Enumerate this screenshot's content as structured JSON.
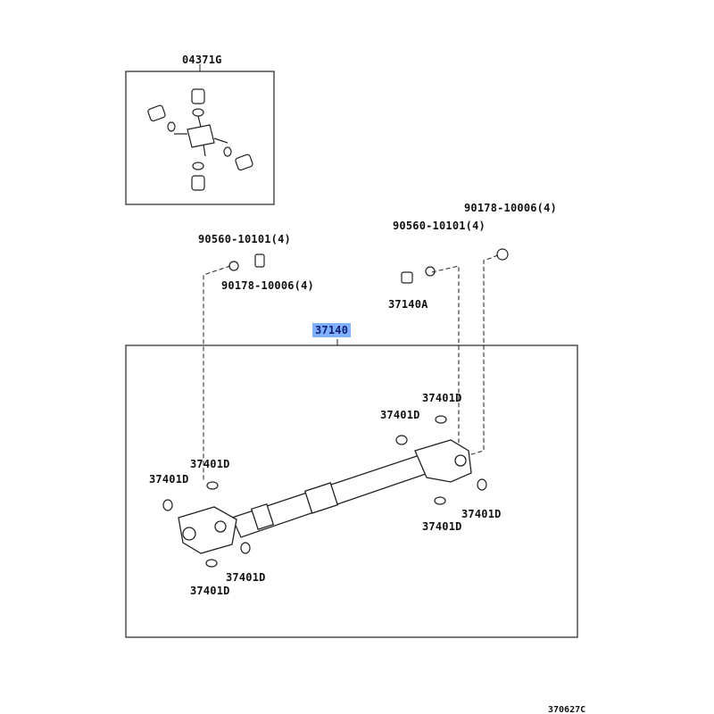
{
  "title_code": "370627C",
  "kit": {
    "part": "04371G"
  },
  "labels": {
    "bolt_left": "90560-10101(4)",
    "nut_left": "90178-10006(4)",
    "bolt_right": "90560-10101(4)",
    "nut_right": "90178-10006(4)",
    "bolt_assy": "37140A",
    "shaft_assy": "37140",
    "d1": "37401D",
    "d2": "37401D",
    "d3": "37401D",
    "d4": "37401D",
    "d5": "37401D",
    "d6": "37401D",
    "d7": "37401D",
    "d8": "37401D"
  },
  "highlight_color": "#80b0ff"
}
